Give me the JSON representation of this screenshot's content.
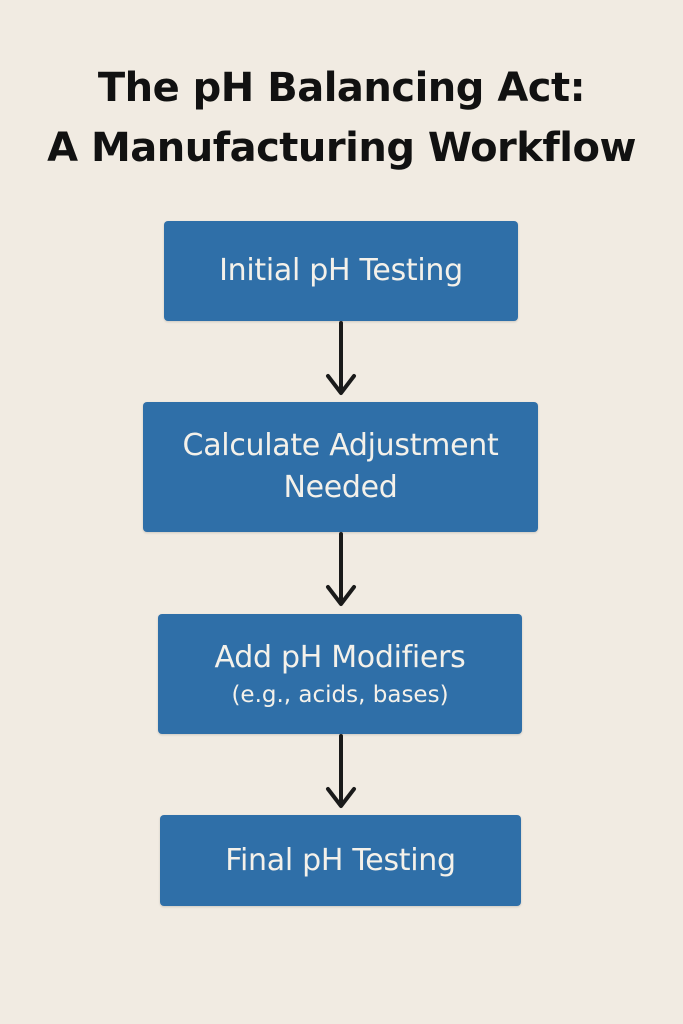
{
  "title": {
    "line1": "The pH Balancing Act:",
    "line2": "A Manufacturing Workflow"
  },
  "steps": [
    {
      "line1": "Initial pH Testing"
    },
    {
      "line1": "Calculate Adjustment",
      "line2": "Needed"
    },
    {
      "line1": "Add pH Modifiers",
      "sub": "(e.g., acids, bases)"
    },
    {
      "line1": "Final pH Testing"
    }
  ],
  "colors": {
    "background": "#f1ebe2",
    "box": "#2f6fa8",
    "box_text": "#f4f1ea",
    "arrow": "#1a1a1a",
    "title": "#111111"
  }
}
